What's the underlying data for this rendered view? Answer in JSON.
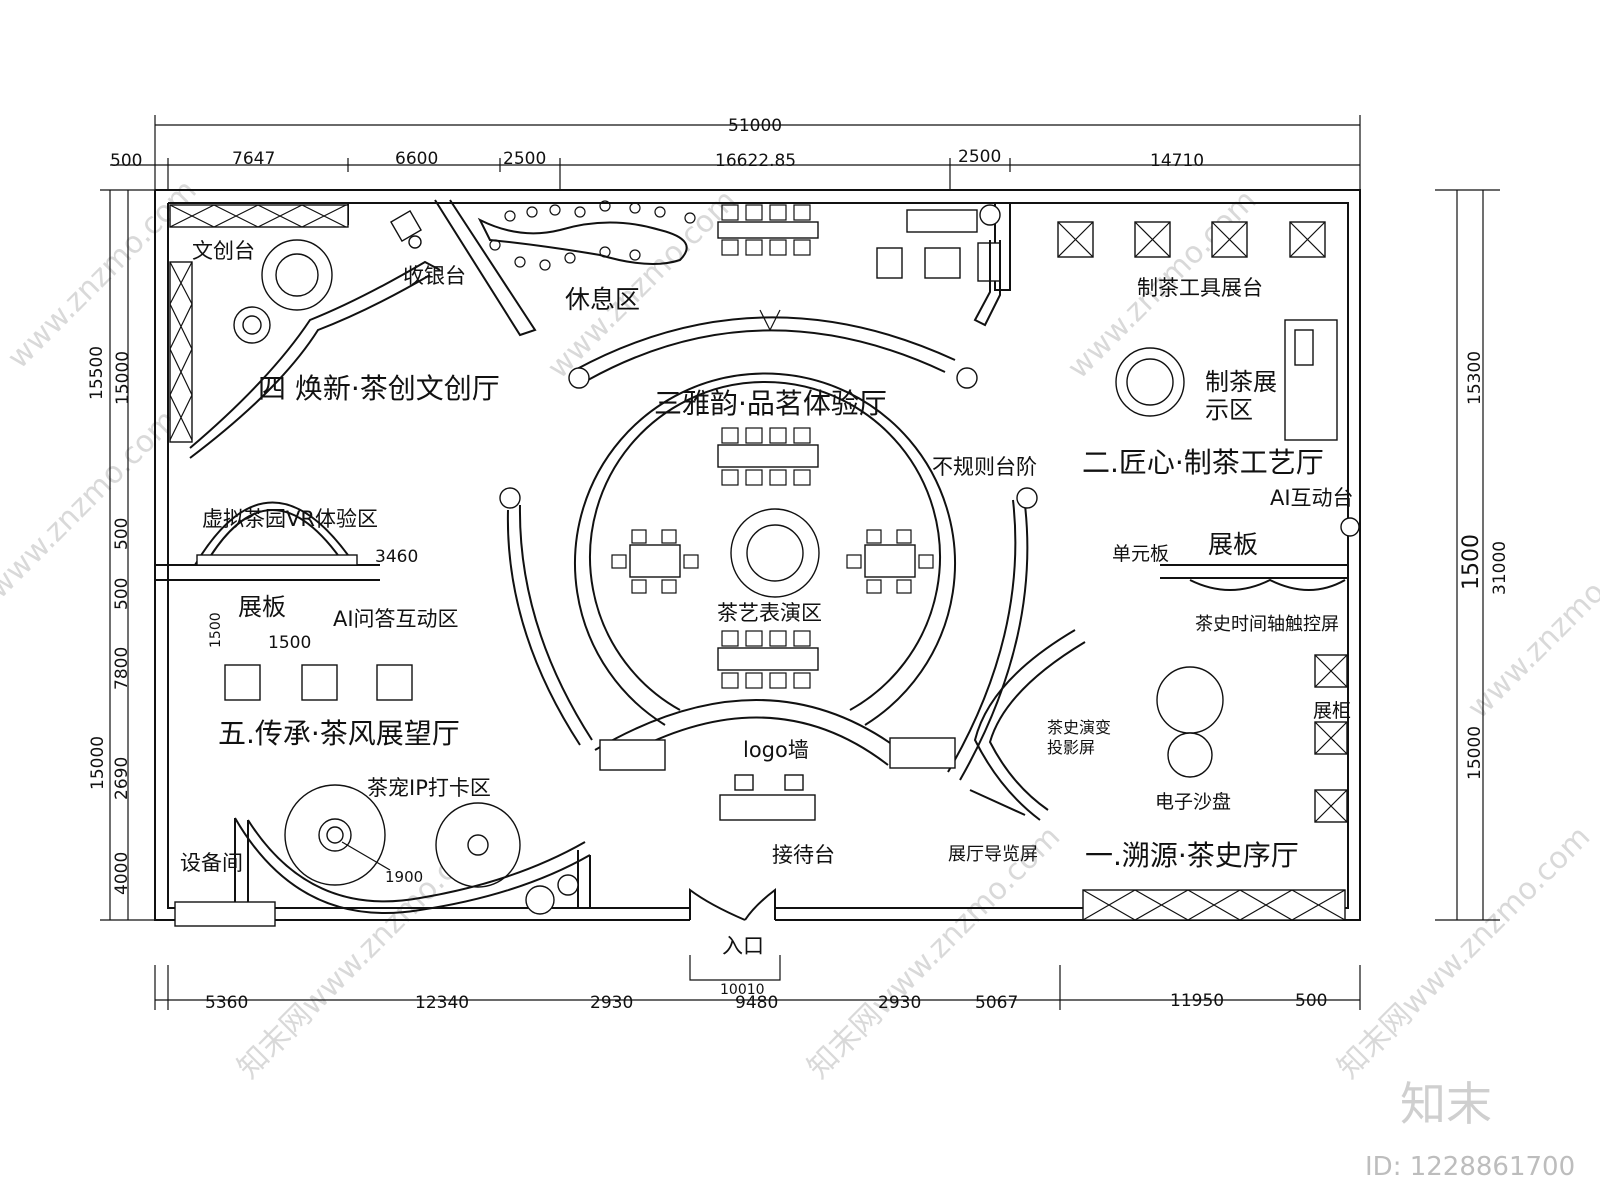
{
  "dims": {
    "top_total": "51000",
    "top": [
      "500",
      "7647",
      "6600",
      "2500",
      "16622.85",
      "2500",
      "14710"
    ],
    "bottom": [
      "5360",
      "12340",
      "2930",
      "9480",
      "2930",
      "5067",
      "11950",
      "500"
    ],
    "left_outer": "15500",
    "left_mid": "15000",
    "left_a": "500",
    "left_b": "500",
    "left_c": "7800",
    "left_d": "15000",
    "left_e": "2690",
    "left_f": "4000",
    "right_total": "31000",
    "right_a": "15300",
    "right_b": "1500",
    "right_c": "15000",
    "door": "10010",
    "vr": "3460",
    "ai_w": "1500",
    "ai_h": "1500",
    "ip": "1900"
  },
  "halls": {
    "h1": "一.溯源·茶史序厅",
    "h2": "二.匠心·制茶工艺厅",
    "h3": "三雅韵·品茗体验厅",
    "h4": "四 焕新·茶创文创厅",
    "h5": "五.传承·茶风展望厅"
  },
  "labels": {
    "wenchuang": "文创台",
    "cashier": "收银台",
    "rest": "休息区",
    "tool_stand": "制茶工具展台",
    "craft_show_1": "制茶展",
    "craft_show_2": "示区",
    "steps": "不规则台阶",
    "ai_stand": "AI互动台",
    "unit_board": "单元板",
    "board_right": "展板",
    "vr": "虚拟茶园VR体验区",
    "board_left": "展板",
    "ai_qa": "AI问答互动区",
    "tea_show": "茶艺表演区",
    "timeline": "茶史时间轴触控屏",
    "cabinet": "展柜",
    "projection_1": "茶史演变",
    "projection_2": "投影屏",
    "sandbox": "电子沙盘",
    "logo_wall": "logo墙",
    "reception": "接待台",
    "guide_screen": "展厅导览屏",
    "ip_spot": "茶宠IP打卡区",
    "equipment": "设备间",
    "entrance": "入口"
  },
  "watermark": {
    "text": "www.znzmo.com",
    "text2": "知末网www.znzmo.com",
    "brand": "知末",
    "image_id": "ID: 1228861700"
  },
  "colors": {
    "ink": "#111111",
    "watermark": "#d9d9d9"
  }
}
